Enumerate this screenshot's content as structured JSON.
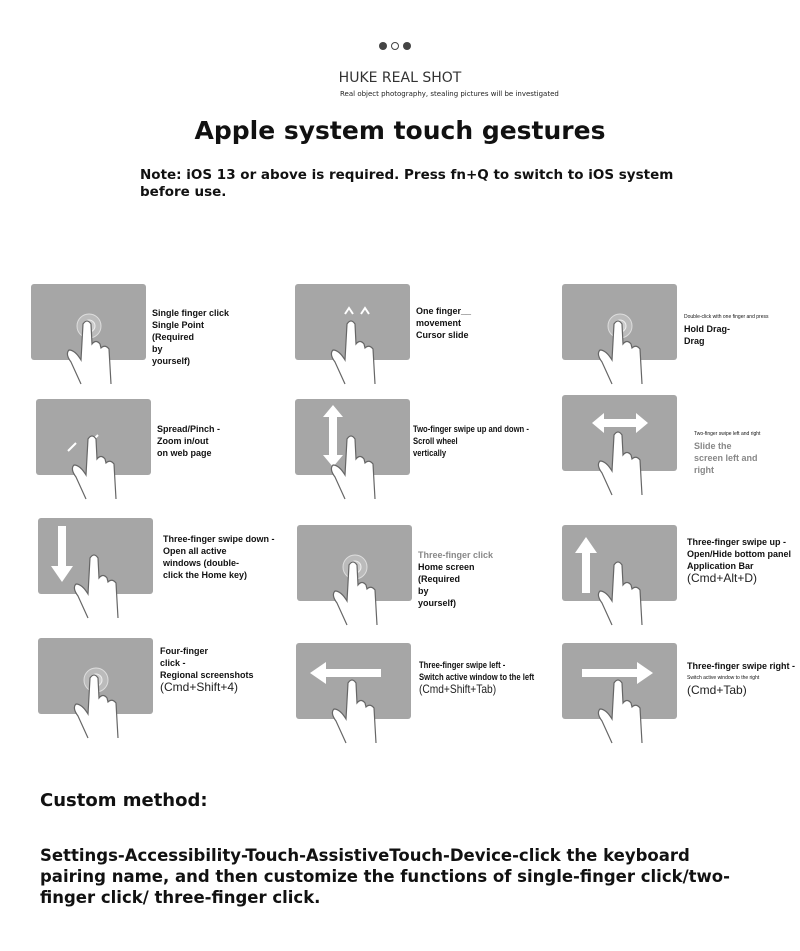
{
  "header": {
    "brand": "HUKE REAL SHOT",
    "brand_sub": "Real object photography, stealing pictures will be investigated",
    "title": "Apple system touch gestures",
    "note": "Note: iOS 13 or above is required. Press fn+Q to switch to iOS system before use."
  },
  "gestures": [
    {
      "icon": "ripple-icon",
      "lines": [
        "Single finger click",
        "Single Point",
        "(Required",
        "by",
        "yourself)"
      ]
    },
    {
      "icon": "cursor-slide-icon",
      "lines": [
        "One finger__",
        "movement",
        "Cursor slide"
      ]
    },
    {
      "icon": "ripple-icon",
      "lines": [
        "Double-click with one finger and press",
        "Hold Drag-",
        "Drag"
      ]
    },
    {
      "icon": "pinch-icon",
      "lines": [
        "Spread/Pinch -",
        "Zoom in/out",
        "on web page"
      ]
    },
    {
      "icon": "double-arrow-vertical-icon",
      "lines": [
        "Two-finger swipe up and down -",
        "Scroll wheel",
        "vertically"
      ]
    },
    {
      "icon": "double-arrow-horizontal-icon",
      "lines": [
        "Two-finger swipe left and right",
        "Slide the",
        "screen left and",
        "right"
      ]
    },
    {
      "icon": "arrow-down-icon",
      "lines": [
        "Three-finger swipe down -",
        "Open all active",
        "windows (double-",
        "click the Home key)"
      ]
    },
    {
      "icon": "ripple-icon",
      "lines": [
        "Three-finger click",
        "Home screen",
        "(Required",
        "by",
        "yourself)"
      ]
    },
    {
      "icon": "arrow-up-icon",
      "lines": [
        "Three-finger swipe up -",
        "Open/Hide bottom panel",
        "Application Bar",
        "(Cmd+Alt+D)"
      ]
    },
    {
      "icon": "ripple-multi-icon",
      "lines": [
        "Four-finger",
        "click -",
        "Regional screenshots",
        "(Cmd+Shift+4)"
      ]
    },
    {
      "icon": "arrow-left-icon",
      "lines": [
        "Three-finger swipe left -",
        "Switch active window to the left",
        "(Cmd+Shift+Tab)"
      ]
    },
    {
      "icon": "arrow-right-icon",
      "lines": [
        "Three-finger swipe right -",
        "Switch active window to the right",
        "(Cmd+Tab)"
      ]
    }
  ],
  "custom": {
    "heading": "Custom method:",
    "text": "Settings-Accessibility-Touch-AssistiveTouch-Device-click the keyboard pairing name, and then customize the functions of single-finger click/two-finger click/ three-finger click."
  }
}
